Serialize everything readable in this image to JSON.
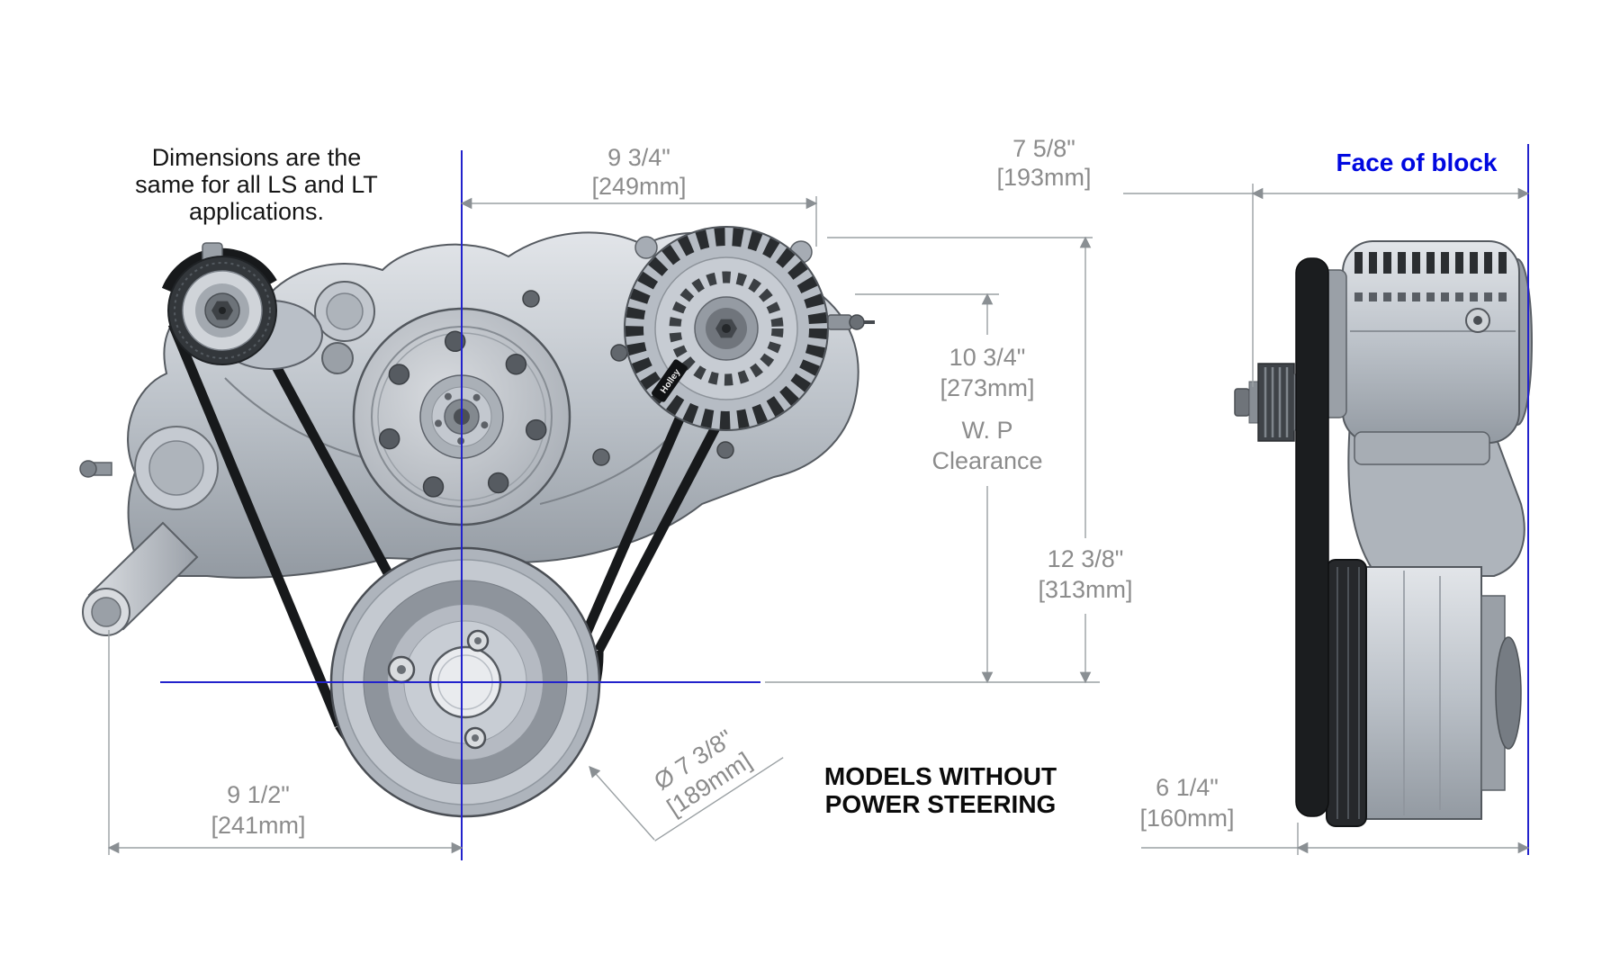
{
  "note": {
    "line1": "Dimensions are the",
    "line2": "same for all LS and LT",
    "line3": "applications."
  },
  "labels": {
    "face_of_block": "Face of block",
    "models_line1": "MODELS WITHOUT",
    "models_line2": "POWER STEERING",
    "brand": "Holley"
  },
  "dims": {
    "top_width_in": "9 3/4\"",
    "top_width_mm": "[249mm]",
    "block_offset_in": "7 5/8\"",
    "block_offset_mm": "[193mm]",
    "wp_clearance_in": "10 3/4\"",
    "wp_clearance_mm": "[273mm]",
    "wp_clearance_label1": "W. P",
    "wp_clearance_label2": "Clearance",
    "height_in": "12 3/8\"",
    "height_mm": "[313mm]",
    "pulley_dia_in": "Ø 7 3/8\"",
    "pulley_dia_mm": "[189mm]",
    "bottom_width_in": "9 1/2\"",
    "bottom_width_mm": "[241mm]",
    "depth_in": "6 1/4\"",
    "depth_mm": "[160mm]"
  },
  "colors": {
    "accent_blue": "#0008e0",
    "centerline_blue": "#2222cc",
    "dim_gray": "#8c8c8c",
    "belt_black": "#17191b"
  }
}
